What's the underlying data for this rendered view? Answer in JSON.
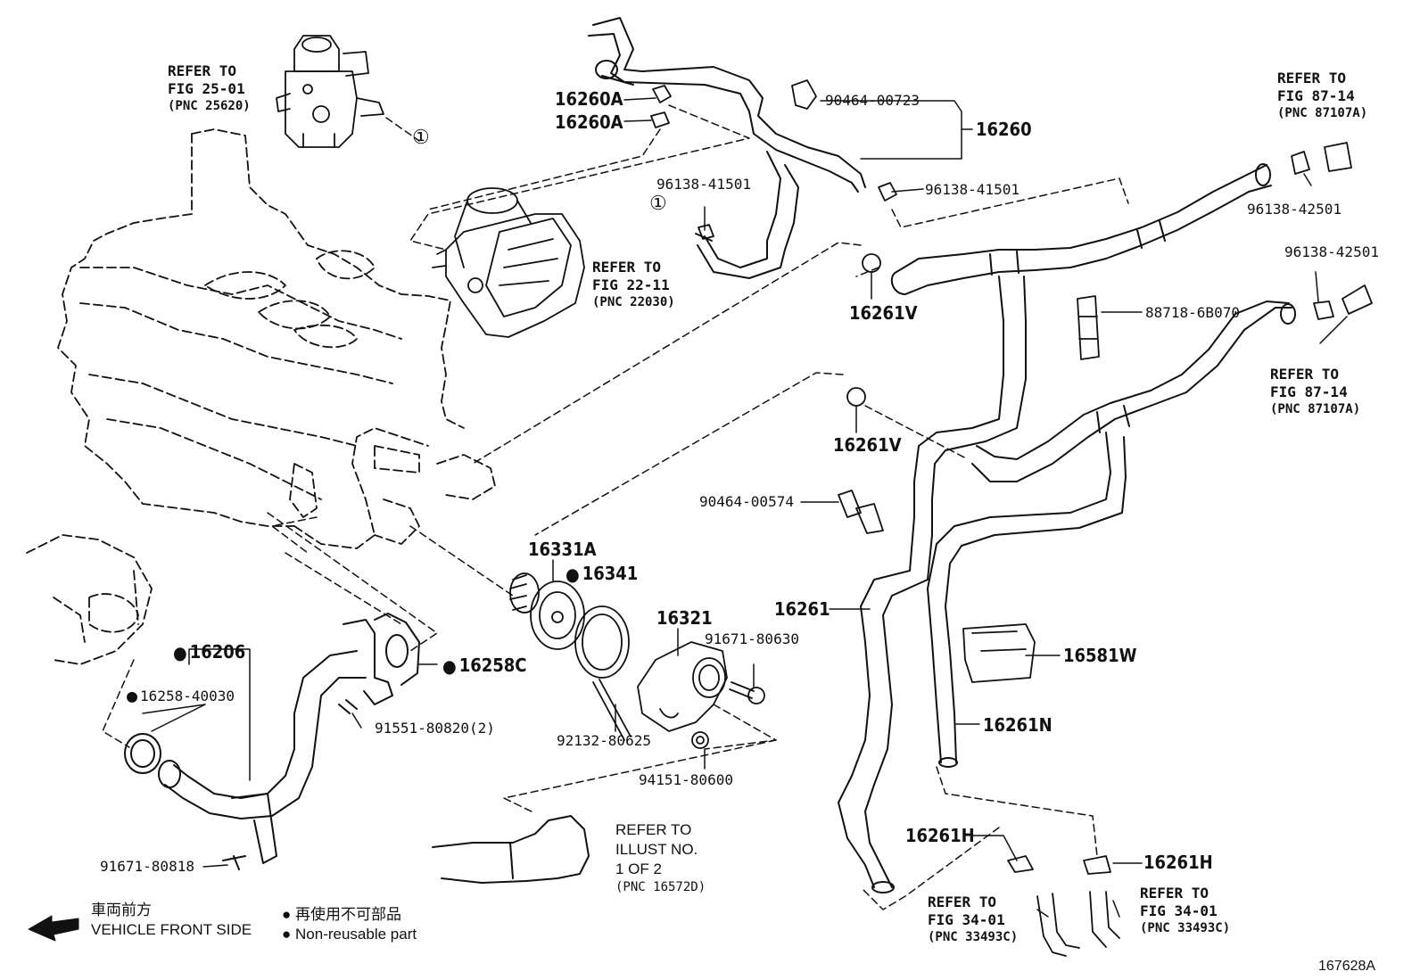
{
  "figure_id": "167628A",
  "legend": {
    "direction_jp": "車両前方",
    "direction_en": "VEHICLE FRONT SIDE",
    "nonreusable_jp": "再使用不可部品",
    "nonreusable_en": "Non-reusable part",
    "dot": "●"
  },
  "circle_marker": "①",
  "refs": {
    "egr": {
      "line1": "REFER TO",
      "line2": "FIG 25-01",
      "line3": "(PNC 25620)"
    },
    "throttle": {
      "line1": "REFER TO",
      "line2": "FIG 22-11",
      "line3": "(PNC 22030)"
    },
    "heater_a": {
      "line1": "REFER TO",
      "line2": "FIG 87-14",
      "line3": "(PNC 87107A)"
    },
    "heater_b": {
      "line1": "REFER TO",
      "line2": "FIG 87-14",
      "line3": "(PNC 87107A)"
    },
    "illust": {
      "line1": "REFER TO",
      "line2": "ILLUST NO.",
      "line3": "1 OF 2",
      "line4": "(PNC 16572D)"
    },
    "fig34_a": {
      "line1": "REFER TO",
      "line2": "FIG 34-01",
      "line3": "(PNC 33493C)"
    },
    "fig34_b": {
      "line1": "REFER TO",
      "line2": "FIG 34-01",
      "line3": "(PNC 33493C)"
    }
  },
  "parts": {
    "p16260A_1": "16260A",
    "p16260A_2": "16260A",
    "p90464_00723": "90464-00723",
    "p16260": "16260",
    "p96138_41501_a": "96138-41501",
    "p96138_41501_b": "96138-41501",
    "p96138_42501_a": "96138-42501",
    "p96138_42501_b": "96138-42501",
    "p16261V_1": "16261V",
    "p88718_6B070": "88718-6B070",
    "p16261V_2": "16261V",
    "p90464_00574": "90464-00574",
    "p16331A": "16331A",
    "p16341": "16341",
    "p16321": "16321",
    "p16261": "16261",
    "p91671_80630": "91671-80630",
    "p16581W": "16581W",
    "p16206": "16206",
    "p16258C": "16258C",
    "p16258_40030": "16258-40030",
    "p91551_80820": "91551-80820(2)",
    "p92132_80625": "92132-80625",
    "p94151_80600": "94151-80600",
    "p16261N": "16261N",
    "p16261H_1": "16261H",
    "p16261H_2": "16261H",
    "p91671_80818": "91671-80818"
  }
}
